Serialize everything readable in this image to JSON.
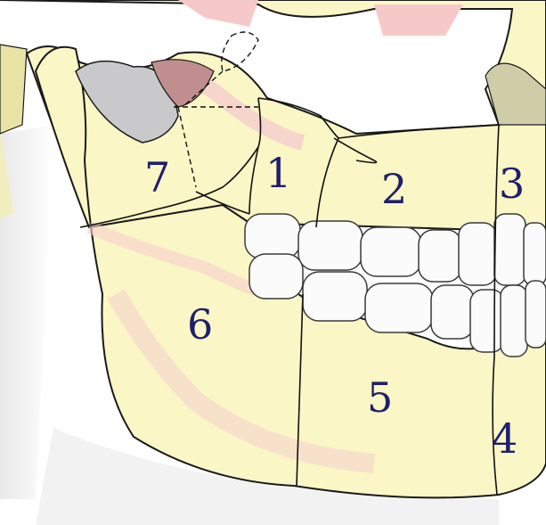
{
  "diagram": {
    "colors": {
      "bone": "#fbf6c6",
      "bone_shadow": "#f4cdcd",
      "soft_tissue_gray": "#c9c9cb",
      "label": "#1f1f6b",
      "line": "#111111",
      "background": "#ffffff"
    },
    "region_labels": [
      "1",
      "2",
      "3",
      "4",
      "5",
      "6",
      "7"
    ]
  }
}
